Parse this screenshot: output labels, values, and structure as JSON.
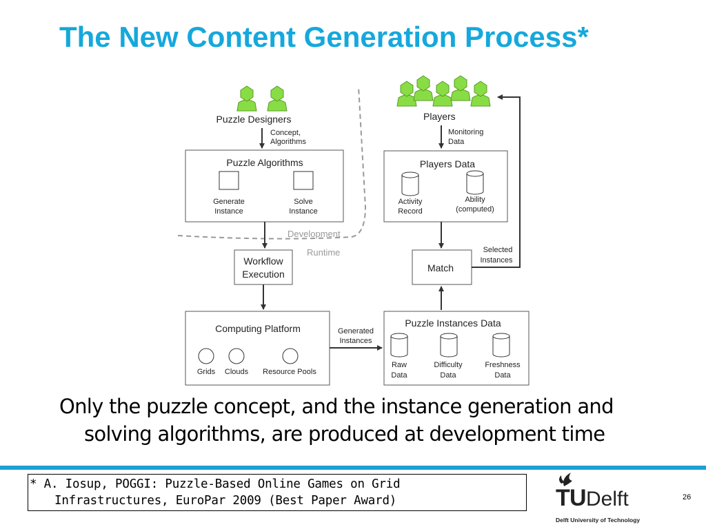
{
  "slide": {
    "title": "The New Content Generation Process*",
    "summary_line1": "Only the puzzle concept, and the instance generation and",
    "summary_line2": "solving algorithms, are produced at development time",
    "footnote_line1": "* A. Iosup, POGGI: Puzzle-Based Online Games on Grid",
    "footnote_line2": "Infrastructures, EuroPar 2009 (Best Paper Award)",
    "page_number": "26",
    "accent_color": "#15a8dc"
  },
  "logo": {
    "wordmark_t": "T",
    "wordmark_u": "U",
    "wordmark_delft": "Delft",
    "caption": "Delft University of Technology",
    "icon": "flame-icon"
  },
  "diagram": {
    "puzzle_designers": "Puzzle Designers",
    "concept_algorithms_1": "Concept,",
    "concept_algorithms_2": "Algorithms",
    "puzzle_algorithms": "Puzzle Algorithms",
    "generate_instance_1": "Generate",
    "generate_instance_2": "Instance",
    "solve_instance_1": "Solve",
    "solve_instance_2": "Instance",
    "development": "Development",
    "runtime": "Runtime",
    "workflow_execution_1": "Workflow",
    "workflow_execution_2": "Execution",
    "computing_platform": "Computing Platform",
    "grids": "Grids",
    "clouds": "Clouds",
    "resource_pools": "Resource Pools",
    "generated_instances_1": "Generated",
    "generated_instances_2": "Instances",
    "players": "Players",
    "monitoring_data_1": "Monitoring",
    "monitoring_data_2": "Data",
    "players_data": "Players Data",
    "activity_record_1": "Activity",
    "activity_record_2": "Record",
    "ability_1": "Ability",
    "ability_2": "(computed)",
    "match": "Match",
    "selected_instances_1": "Selected",
    "selected_instances_2": "Instances",
    "puzzle_instances_data": "Puzzle Instances Data",
    "raw_data_1": "Raw",
    "raw_data_2": "Data",
    "difficulty_data_1": "Difficulty",
    "difficulty_data_2": "Data",
    "freshness_data_1": "Freshness",
    "freshness_data_2": "Data",
    "person_color": "#88dd44",
    "box_border": "#555555",
    "dash_color": "#999999"
  }
}
